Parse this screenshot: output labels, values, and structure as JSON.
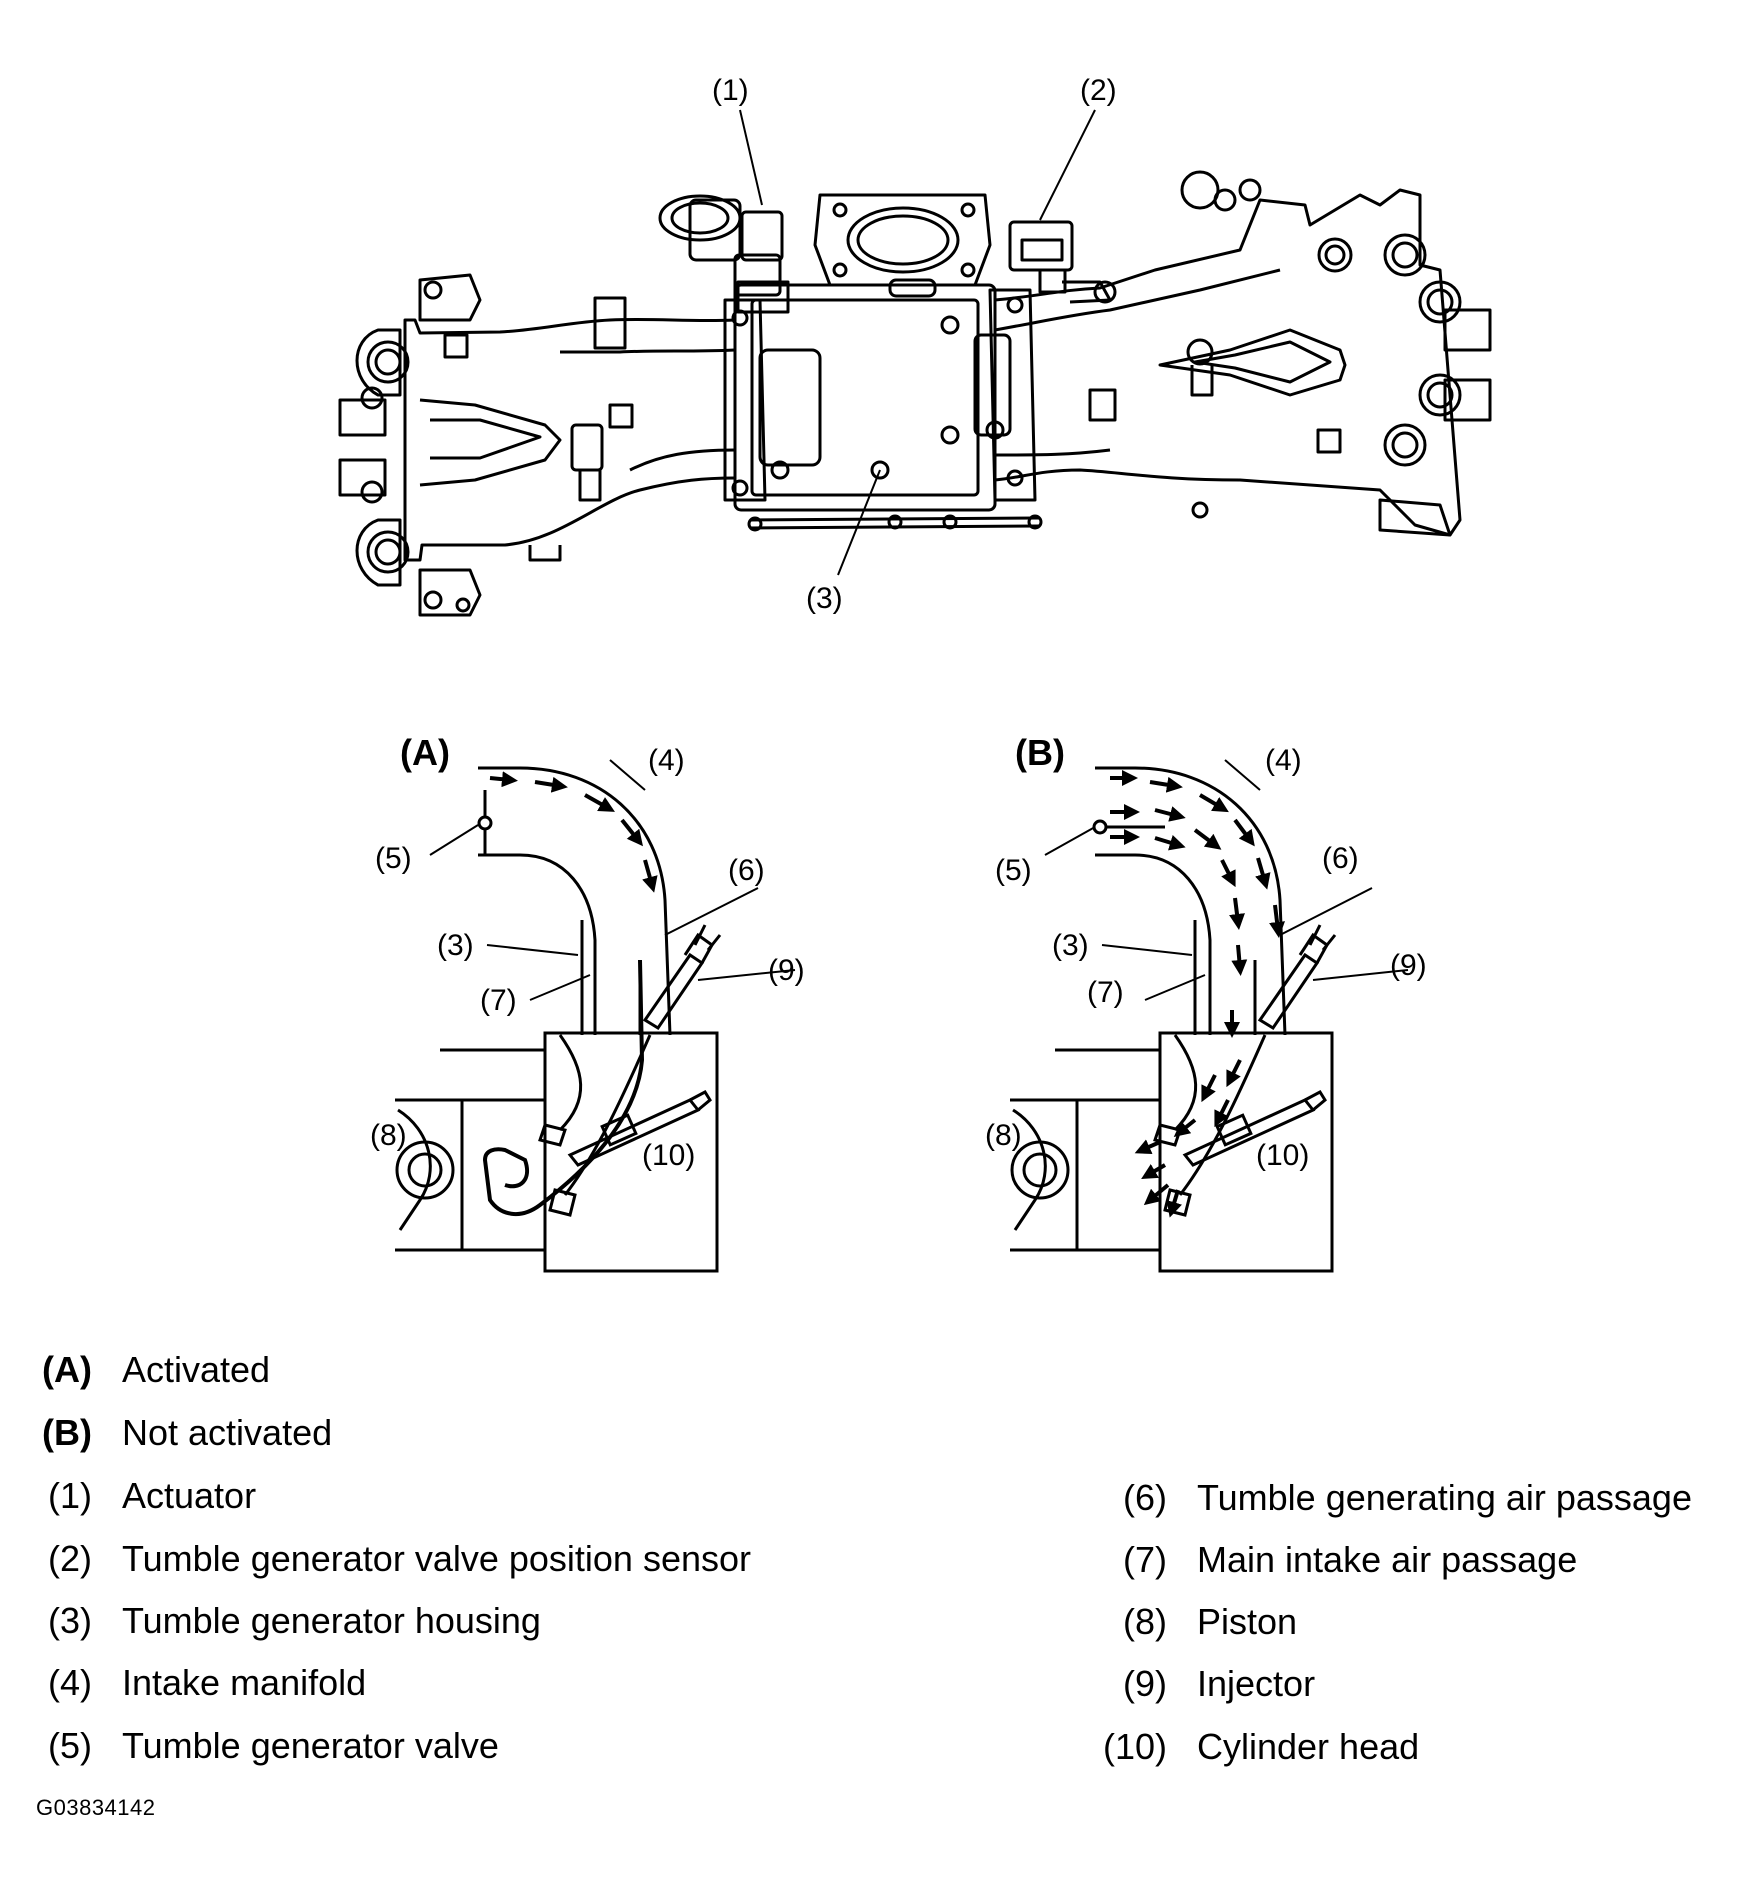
{
  "callouts": {
    "c1": "(1)",
    "c2": "(2)",
    "c3": "(3)",
    "c3a": "(3)",
    "c3b": "(3)",
    "c4a": "(4)",
    "c4b": "(4)",
    "c5a": "(5)",
    "c5b": "(5)",
    "c6a": "(6)",
    "c6b": "(6)",
    "c7a": "(7)",
    "c7b": "(7)",
    "c8a": "(8)",
    "c8b": "(8)",
    "c9a": "(9)",
    "c9b": "(9)",
    "c10a": "(10)",
    "c10b": "(10)"
  },
  "panels": {
    "a": "(A)",
    "b": "(B)"
  },
  "legend": {
    "left": [
      {
        "code": "(A)",
        "text": "Activated"
      },
      {
        "code": "(B)",
        "text": "Not activated"
      },
      {
        "code": "(1)",
        "text": "Actuator"
      },
      {
        "code": "(2)",
        "text": "Tumble generator valve position sensor"
      },
      {
        "code": "(3)",
        "text": "Tumble generator housing"
      },
      {
        "code": "(4)",
        "text": "Intake manifold"
      },
      {
        "code": "(5)",
        "text": "Tumble generator valve"
      }
    ],
    "right": [
      {
        "code": "(6)",
        "text": "Tumble generating air passage"
      },
      {
        "code": "(7)",
        "text": "Main intake air passage"
      },
      {
        "code": "(8)",
        "text": "Piston"
      },
      {
        "code": "(9)",
        "text": "Injector"
      },
      {
        "code": "(10)",
        "text": "Cylinder head"
      }
    ]
  },
  "figure_id": "G03834142"
}
